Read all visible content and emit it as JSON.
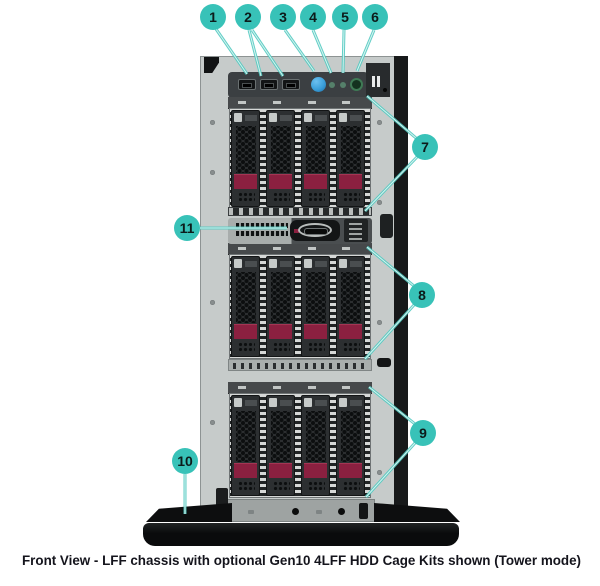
{
  "figure": {
    "caption": "Front View - LFF chassis with optional Gen10 4LFF HDD Cage Kits shown (Tower mode)"
  },
  "callouts": [
    "1",
    "2",
    "3",
    "4",
    "5",
    "6",
    "7",
    "8",
    "9",
    "10",
    "11"
  ],
  "colors": {
    "callout_teal": "#38c2b8",
    "line_teal": "#66d1c9",
    "latch_maroon": "#8b2040",
    "uid_blue": "#3b9fd9",
    "power_green": "#3f7a55",
    "caption_color": "#14141c"
  },
  "icons": {
    "usb_port": "usb-port",
    "uid_button": "round-blue-button",
    "status_led": "small-green-led",
    "power_button": "green-power-button",
    "optical_drive": "slim-odd-with-eject"
  }
}
